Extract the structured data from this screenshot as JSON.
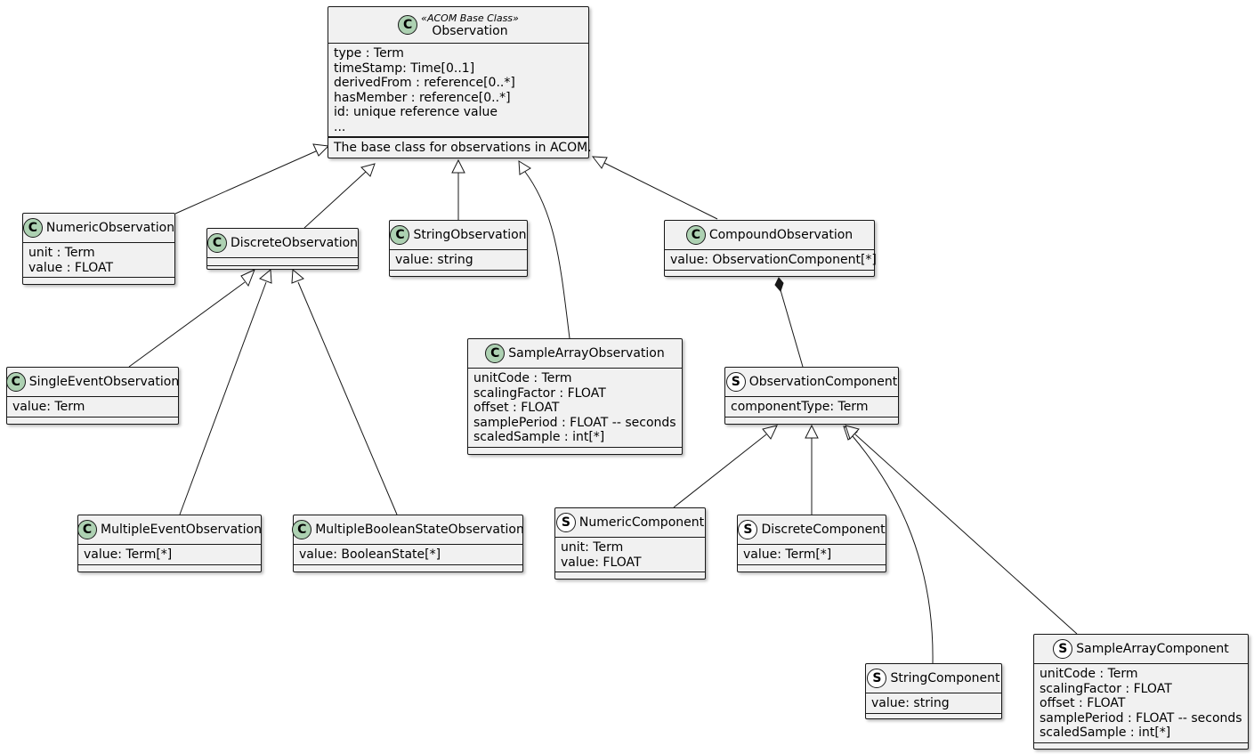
{
  "classes": {
    "observation": {
      "stereotype": "«ACOM Base Class»",
      "name": "Observation",
      "attributes": [
        "type : Term",
        "timeStamp: Time[0..1]",
        "derivedFrom : reference[0..*]",
        "hasMember : reference[0..*]",
        "id: unique reference value",
        "..."
      ],
      "description": "The base class for observations in ACOM."
    },
    "numeric_observation": {
      "name": "NumericObservation",
      "attributes": [
        "unit : Term",
        "value : FLOAT"
      ]
    },
    "discrete_observation": {
      "name": "DiscreteObservation"
    },
    "string_observation": {
      "name": "StringObservation",
      "attributes": [
        "value: string"
      ]
    },
    "compound_observation": {
      "name": "CompoundObservation",
      "attributes": [
        "value: ObservationComponent[*]"
      ]
    },
    "single_event_observation": {
      "name": "SingleEventObservation",
      "attributes": [
        "value: Term"
      ]
    },
    "sample_array_observation": {
      "name": "SampleArrayObservation",
      "attributes": [
        "unitCode : Term",
        "scalingFactor : FLOAT",
        "offset : FLOAT",
        "samplePeriod : FLOAT -- seconds",
        "scaledSample : int[*]"
      ]
    },
    "observation_component": {
      "name": "ObservationComponent",
      "attributes": [
        "componentType: Term"
      ]
    },
    "multiple_event_observation": {
      "name": "MultipleEventObservation",
      "attributes": [
        "value: Term[*]"
      ]
    },
    "multiple_boolean_state_observation": {
      "name": "MultipleBooleanStateObservation",
      "attributes": [
        "value: BooleanState[*]"
      ]
    },
    "numeric_component": {
      "name": "NumericComponent",
      "attributes": [
        "unit: Term",
        "value: FLOAT"
      ]
    },
    "discrete_component": {
      "name": "DiscreteComponent",
      "attributes": [
        "value: Term[*]"
      ]
    },
    "string_component": {
      "name": "StringComponent",
      "attributes": [
        "value: string"
      ]
    },
    "sample_array_component": {
      "name": "SampleArrayComponent",
      "attributes": [
        "unitCode : Term",
        "scalingFactor : FLOAT",
        "offset : FLOAT",
        "samplePeriod : FLOAT -- seconds",
        "scaledSample : int[*]"
      ]
    }
  },
  "badges": {
    "class": "C",
    "struct": "S"
  },
  "colors": {
    "class_badge": "#add1b2",
    "struct_badge": "#ffffff",
    "box_fill": "#f1f1f1",
    "stroke": "#181818"
  }
}
